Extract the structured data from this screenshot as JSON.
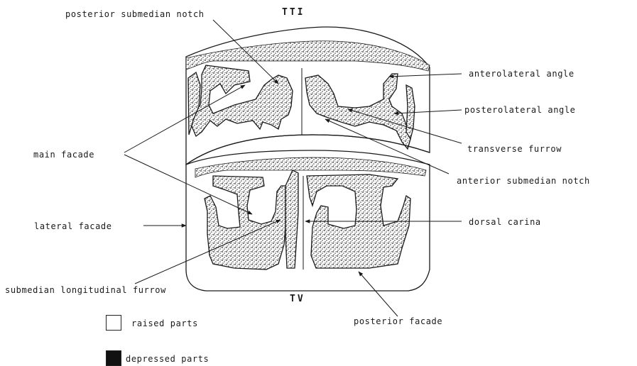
{
  "segments": {
    "upper": "TTI",
    "lower": "TV"
  },
  "labels": {
    "posterior_submedian_notch": "posterior submedian notch",
    "anterolateral_angle": "anterolateral angle",
    "posterolateral_angle": "posterolateral angle",
    "transverse_furrow": "transverse furrow",
    "anterior_submedian_notch": "anterior submedian notch",
    "main_facade": "main facade",
    "lateral_facade": "lateral facade",
    "dorsal_carina": "dorsal carina",
    "submedian_longitudinal_furrow": "submedian longitudinal furrow",
    "posterior_facade": "posterior facade"
  },
  "legend": {
    "raised": "raised parts",
    "depressed": "depressed parts"
  },
  "colors": {
    "ink": "#1a1a1a",
    "stipple": "#555555",
    "paper": "#ffffff"
  }
}
